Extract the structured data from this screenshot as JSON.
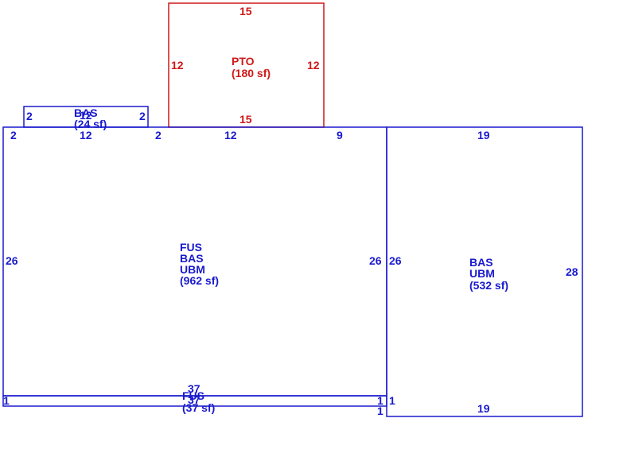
{
  "colors": {
    "living": "#1a1acd",
    "porch": "#d01818",
    "background": "#ffffff"
  },
  "areas": [
    {
      "id": "pto",
      "color": "porch",
      "codes": [
        "PTO"
      ],
      "area": "(180 sf)",
      "dims": {
        "top": "15",
        "bottom": "15",
        "left": "12",
        "right": "12"
      }
    },
    {
      "id": "bas-small",
      "color": "living",
      "codes": [
        "BAS"
      ],
      "area": "(24 sf)",
      "dims": {
        "inner": "12",
        "left": "2",
        "right": "2"
      }
    },
    {
      "id": "main",
      "color": "living",
      "codes": [
        "FUS",
        "BAS",
        "UBM"
      ],
      "area": "(962 sf)",
      "dims": {
        "top_a": "2",
        "top_b": "12",
        "top_c": "2",
        "top_d": "12",
        "top_e": "9",
        "left": "26",
        "right": "26"
      }
    },
    {
      "id": "east",
      "color": "living",
      "codes": [
        "BAS",
        "UBM"
      ],
      "area": "(532 sf)",
      "dims": {
        "top": "19",
        "bottom": "19",
        "left": "26",
        "right": "28"
      }
    },
    {
      "id": "fus-strip",
      "color": "living",
      "codes": [
        "FUS"
      ],
      "area": "(37 sf)",
      "dims": {
        "top": "37",
        "bottom": "37",
        "left": "1",
        "right": "1",
        "right_b": "1",
        "far_right": "1"
      }
    }
  ]
}
